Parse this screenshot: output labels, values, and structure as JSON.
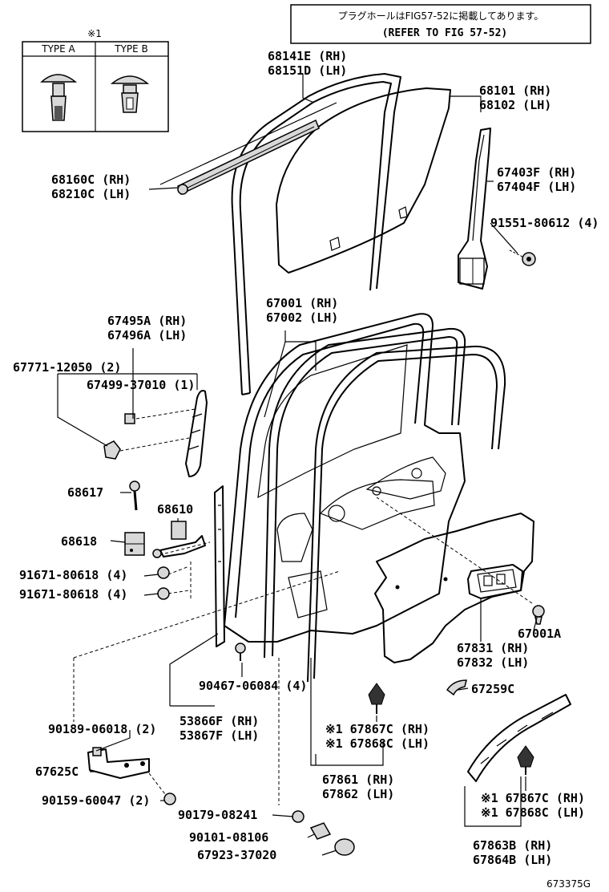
{
  "note": {
    "line1": "プラグホールはFIG57-52に掲載してあります。",
    "line2": "(REFER TO FIG 57-52)"
  },
  "type_box": {
    "marker": "※1",
    "type_a": "TYPE A",
    "type_b": "TYPE B"
  },
  "labels": {
    "l_68141E": "68141E (RH)",
    "l_68151D": "68151D (LH)",
    "l_68101": "68101 (RH)",
    "l_68102": "68102 (LH)",
    "l_68160C": "68160C (RH)",
    "l_68210C": "68210C (LH)",
    "l_67403F": "67403F (RH)",
    "l_67404F": "67404F (LH)",
    "l_91551": "91551-80612 (4)",
    "l_67001": "67001 (RH)",
    "l_67002": "67002 (LH)",
    "l_67495A": "67495A (RH)",
    "l_67496A": "67496A (LH)",
    "l_67771": "67771-12050 (2)",
    "l_67499": "67499-37010 (1)",
    "l_68617": "68617",
    "l_68610": "68610",
    "l_68618": "68618",
    "l_91671a": "91671-80618 (4)",
    "l_91671b": "91671-80618 (4)",
    "l_67001A": "67001A",
    "l_67831": "67831 (RH)",
    "l_67832": "67832 (LH)",
    "l_90467": "90467-06084 (4)",
    "l_67259C": "67259C",
    "l_53866F": "53866F (RH)",
    "l_53867F": "53867F (LH)",
    "l_90189": "90189-06018 (2)",
    "l_67867C_a": "※1 67867C (RH)",
    "l_67868C_a": "※1 67868C (LH)",
    "l_67625C": "67625C",
    "l_67861": "67861 (RH)",
    "l_67862": "67862 (LH)",
    "l_90159": "90159-60047 (2)",
    "l_67867C_b": "※1 67867C (RH)",
    "l_67868C_b": "※1 67868C (LH)",
    "l_90179": "90179-08241",
    "l_90101": "90101-08106",
    "l_67923": "67923-37020",
    "l_67863B": "67863B (RH)",
    "l_67864B": "67864B (LH)"
  },
  "figure_id": "673375G"
}
